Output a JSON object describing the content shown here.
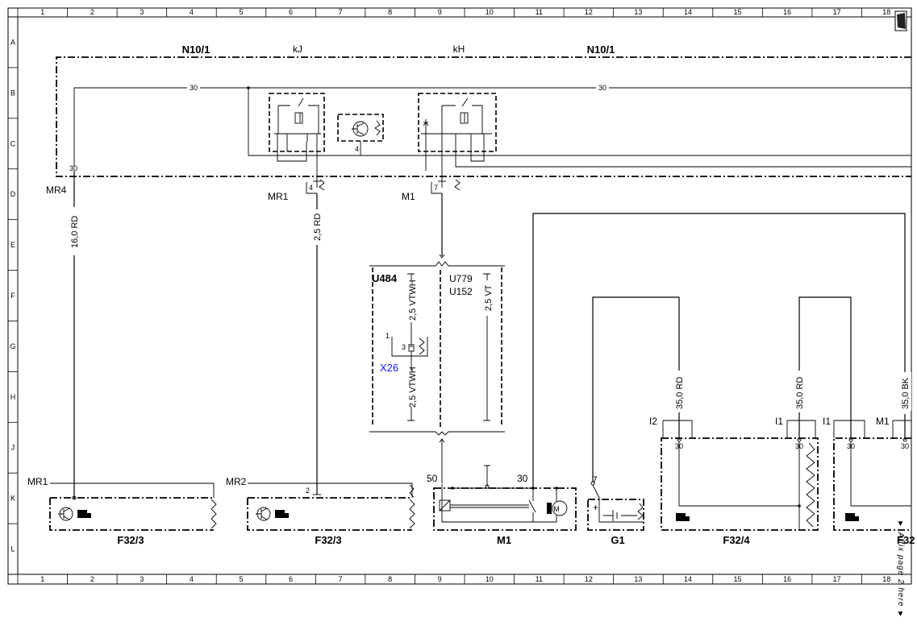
{
  "grid": {
    "columns": [
      "1",
      "2",
      "3",
      "4",
      "5",
      "6",
      "7",
      "8",
      "9",
      "10",
      "11",
      "12",
      "13",
      "14",
      "15",
      "16",
      "17",
      "18"
    ],
    "rows": [
      "A",
      "B",
      "C",
      "D",
      "E",
      "F",
      "G",
      "H",
      "J",
      "K",
      "L"
    ]
  },
  "labels": {
    "n10_left": "N10/1",
    "n10_right": "N10/1",
    "kj": "kJ",
    "kh": "kH",
    "pin30_left": "30",
    "pin30_right": "30",
    "mr4_pin": "30",
    "mr4": "MR4",
    "mr1_top": "MR1",
    "m1_top": "M1",
    "mr1_pin": "4",
    "m1_pin": "7",
    "transistor_pin": "4",
    "wire_16rd": "16,0 RD",
    "wire_25rd": "2,5 RD",
    "u484": "U484",
    "u779": "U779",
    "u152": "U152",
    "wire_vtwh_top": "2,5 VTWH",
    "wire_vtwh_bot": "2,5 VTWH",
    "wire_vt": "2,5 VT",
    "x26": "X26",
    "x26_pin1": "1",
    "x26_pin3": "3",
    "mr1_bottom": "MR1",
    "mr2_bottom": "MR2",
    "mr2_pin": "2",
    "f32_3_a": "F32/3",
    "f32_3_b": "F32/3",
    "m1_pin50": "50",
    "m1_pin30": "30",
    "m1_bottom": "M1",
    "g1_pin7": "7",
    "g1_plus": "+",
    "g1": "G1",
    "i2": "I2",
    "i1_a": "I1",
    "i1_b": "I1",
    "m1_right": "M1",
    "wire_35rd_a": "35,0 RD",
    "wire_35rd_b": "35,0 RD",
    "wire_35bk": "35,0 BK",
    "pin30_i2": "30",
    "pin30_i1a": "30",
    "pin30_i1b": "30",
    "pin30_m1": "30",
    "f32_4": "F32/4",
    "f32_cut": "F32",
    "motor": "M"
  },
  "side_note": {
    "text": "Affix page 2 here",
    "arrow_top": "▼",
    "arrow_bottom": "▼"
  },
  "colors": {
    "line": "#000000",
    "accent_label": "#1a1aff"
  },
  "icons": [
    "transistor-icon",
    "pointing-hand-icon",
    "motor-icon",
    "relay-icon",
    "battery-icon",
    "fuse-icon"
  ]
}
